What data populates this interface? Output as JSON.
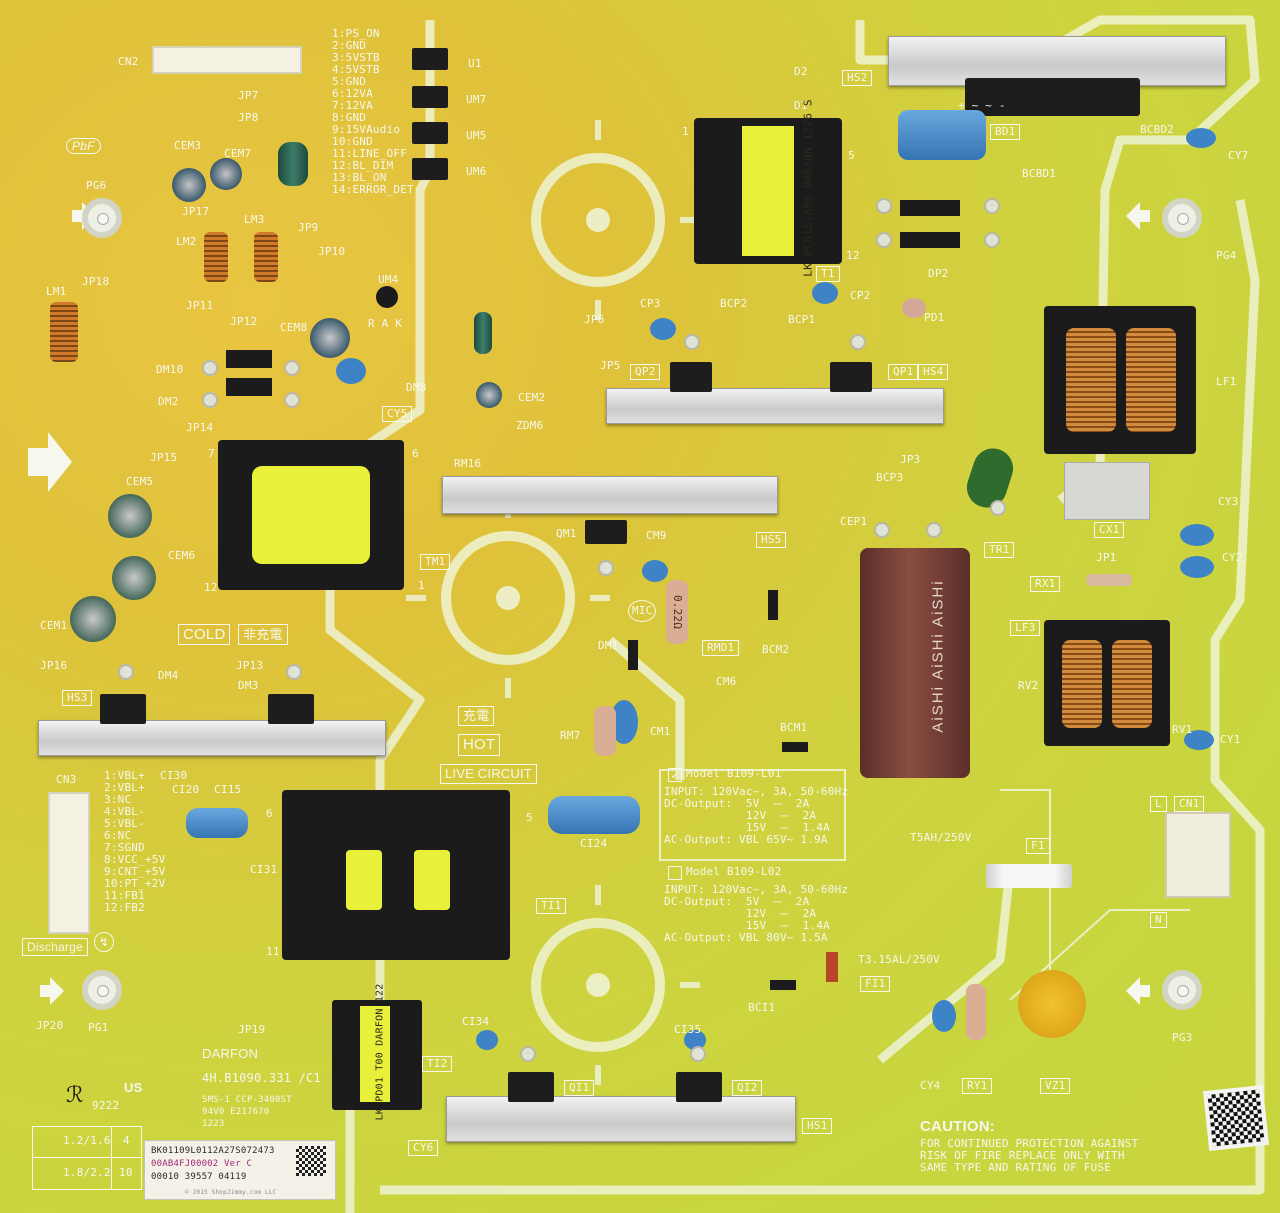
{
  "board": {
    "labels": {
      "cn2": "CN2",
      "jp7": "JP7",
      "jp8": "JP8",
      "u1": "U1",
      "um7": "UM7",
      "um5": "UM5",
      "um6": "UM6",
      "d2": "D2",
      "d1": "D1",
      "hs2": "HS2",
      "bd1": "BD1",
      "bcbd2": "BCBD2",
      "cy7": "CY7",
      "bcbd1": "BCBD1",
      "cem3": "CEM3",
      "cem7": "CEM7",
      "pg6": "PG6",
      "jp17": "JP17",
      "lm3": "LM3",
      "jp9": "JP9",
      "lm2": "LM2",
      "jp10": "JP10",
      "um4": "UM4",
      "rak": "R A K",
      "lm1": "LM1",
      "jp18": "JP18",
      "jp11": "JP11",
      "jp12": "JP12",
      "cem8": "CEM8",
      "dm10": "DM10",
      "dm2": "DM2",
      "dm8": "DM8",
      "cy5": "CY5",
      "cem2": "CEM2",
      "zdm6": "ZDM6",
      "jp14": "JP14",
      "jp15": "JP15",
      "rm16": "RM16",
      "cem5": "CEM5",
      "cem6": "CEM6",
      "cem1": "CEM1",
      "jp16": "JP16",
      "jp13": "JP13",
      "dm4": "DM4",
      "dm3": "DM3",
      "hs3": "HS3",
      "cold": "COLD",
      "non_charged": "非充電",
      "t1": "T1",
      "dp2": "DP2",
      "cp3": "CP3",
      "bcp2": "BCP2",
      "bcp1": "BCP1",
      "cp2": "CP2",
      "pd1": "PD1",
      "jp6": "JP6",
      "jp5": "JP5",
      "qp2": "QP2",
      "qp1": "QP1",
      "hs4": "HS4",
      "pg4": "PG4",
      "lf1": "LF1",
      "jp3": "JP3",
      "bcp3": "BCP3",
      "cep1": "CEP1",
      "tr1": "TR1",
      "cy3": "CY3",
      "cx1": "CX1",
      "jp1": "JP1",
      "cy2": "CY2",
      "rx1": "RX1",
      "lf3": "LF3",
      "rv2": "RV2",
      "rv1": "RV1",
      "cy1": "CY1",
      "qm1": "QM1",
      "cm9": "CM9",
      "hs5": "HS5",
      "tm1": "TM1",
      "mic": "MIC",
      "dm1": "DM1",
      "rmd1": "RMD1",
      "bcm2": "BCM2",
      "cm6": "CM6",
      "charged": "充電",
      "hot": "HOT",
      "live_circuit": "LIVE CIRCUIT",
      "rm7": "RM7",
      "cm1": "CM1",
      "bcm1": "BCM1",
      "cn3": "CN3",
      "ci30": "CI30",
      "ci20": "CI20",
      "ci15": "CI15",
      "ci31": "CI31",
      "ci24": "CI24",
      "ti1": "TI1",
      "discharge": "Discharge",
      "pg1": "PG1",
      "jp20": "JP20",
      "jp19": "JP19",
      "ti2": "TI2",
      "ci34": "CI34",
      "ci35": "CI35",
      "qi1": "QI1",
      "qi2": "QI2",
      "hs1": "HS1",
      "cy6": "CY6",
      "bci1": "BCI1",
      "fi1": "FI1",
      "fuse_fi1": "T3.15AL/250V",
      "fuse_f1": "T5AH/250V",
      "f1": "F1",
      "cn1": "CN1",
      "l": "L",
      "n": "N",
      "cy4": "CY4",
      "ry1": "RY1",
      "vz1": "VZ1",
      "pg3": "PG3",
      "pbf": "PbF",
      "us": "US",
      "ul_code": "9222",
      "darfon": "DARFON",
      "part_no": "4H.B1090.331 /C1",
      "trans_t1": "LK PC015.A60 DARFON 1226 S",
      "trans_ti2": "LK PD01 T00 DARFON 122",
      "aishi": "AiSHi AiSHi AiSHi",
      "rmd1_value": "0.22Ω",
      "bd_marks": "+ ~ ~ -",
      "tm1_pin": "1",
      "tm1_pin12": "12",
      "tm1_pin7": "7",
      "tm1_pin6": "6",
      "ti1_pin6": "6",
      "ti1_pin11": "11",
      "ti1_pin5": "5",
      "t1_pin1": "1",
      "t1_pin12": "12",
      "t1_pin5": "5",
      "cert_1": "SMS-1 CCP-3400ST",
      "cert_2": "94V0  E217670",
      "cert_3": "1223",
      "hole_1": "1.2/1.6",
      "hole_2": "1.8/2.2",
      "hole_n1": "4",
      "hole_n2": "10",
      "barcode_1": "BK01109L0112A27S072473",
      "barcode_2": "00AB4FJ00002 Ver C",
      "barcode_3": "00010 39557 04119",
      "copyright": "© 2015 ShopJimmy.com LLC"
    },
    "cn2_pins": [
      "1:PS_ON",
      "2:GND",
      "3:5VSTB",
      "4:5VSTB",
      "5:GND",
      "6:12VA",
      "7:12VA",
      "8:GND",
      "9:15VAudio",
      "10:GND",
      "11:LINE_OFF",
      "12:BL_DIM",
      "13:BL_ON",
      "14:ERROR_DET"
    ],
    "cn3_pins": [
      "1:VBL+",
      "2:VBL+",
      "3:NC",
      "4:VBL-",
      "5:VBL-",
      "6:NC",
      "7:SGND",
      "8:VCC_+5V",
      "9:CNT_+5V",
      "10:PT_+2V",
      "11:FB1",
      "12:FB2"
    ],
    "model_1": {
      "title": "Model B109-L01",
      "checked": "✓",
      "lines": [
        "INPUT: 120Vac~, 3A, 50-60Hz",
        "DC-Output:  5V  ⎓  2A",
        "            12V  ⎓  2A",
        "            15V  ⎓  1.4A",
        "AC-Output: VBL 65V~ 1.9A"
      ]
    },
    "model_2": {
      "title": "Model B109-L02",
      "checked": "",
      "lines": [
        "INPUT: 120Vac~, 3A, 50-60Hz",
        "DC-Output:  5V  ⎓  2A",
        "            12V  ⎓  2A",
        "            15V  ⎓  1.4A",
        "AC-Output: VBL 80V~ 1.5A"
      ]
    },
    "caution": {
      "title": "CAUTION:",
      "lines": [
        "FOR CONTINUED PROTECTION AGAINST",
        "RISK OF FIRE REPLACE ONLY WITH",
        "SAME TYPE AND RATING OF FUSE"
      ]
    },
    "colors": {
      "pcb": "#cfd23e",
      "silk": "#f6f8ee",
      "heatsink": "#dcdcdc",
      "cap_blue": "#3f83c7",
      "coil": "#c8742a",
      "core": "#1d1d1d",
      "bobbin": "#e6ef3a"
    }
  }
}
